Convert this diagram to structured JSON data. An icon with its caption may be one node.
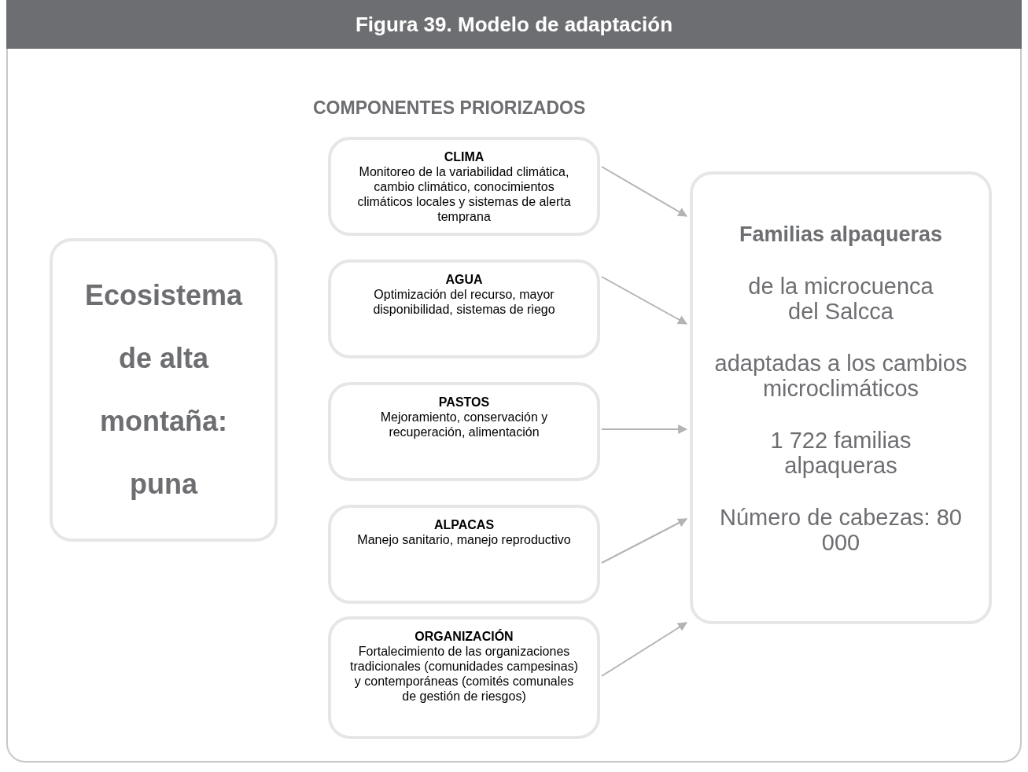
{
  "diagram": {
    "title": "Figura 39. Modelo de adaptación",
    "nodes": [
      {
        "text": [
          "Ecosistema de alta montaña: puna"
        ]
      },
      {
        "text": [
          "CLIMA",
          "Monitoreo de la variabilidad climática, cambio climático, conocimientos climáticos locales y sistemas de alerta temprana"
        ]
      },
      {
        "text": [
          "AGUA",
          "Optimización del recurso, mayor disponibilidad, sistemas de riego"
        ]
      },
      {
        "text": [
          "PASTOS",
          "Mejoramiento, conservación y recuperación, alimentación"
        ]
      },
      {
        "text": [
          "ALPACAS",
          "Manejo sanitario, manejo reproductivo"
        ]
      },
      {
        "text": [
          "ORGANIZACIÓN",
          "Fortalecimiento de las organizaciones tradicionales (comunidades campesinas) y contemporáneas (comités comunales de gestión de riesgos)"
        ]
      },
      {
        "text": [
          "Familias alpaqueras",
          "de la microcuenca del Salcca",
          "adaptadas a los cambios microclimáticos",
          "1 722  familias alpaqueras",
          "Número de cabezas: 80 000"
        ]
      }
    ],
    "edges": [
      {
        "from": 1,
        "to": 6,
        "arrow": "to"
      },
      {
        "from": 2,
        "to": 6,
        "arrow": "to"
      },
      {
        "from": 3,
        "to": 6,
        "arrow": "to"
      },
      {
        "from": 4,
        "to": 6,
        "arrow": "to"
      },
      {
        "from": 5,
        "to": 6,
        "arrow": "to"
      }
    ],
    "labels": [
      "COMPONENTES PRIORIZADOS"
    ]
  }
}
